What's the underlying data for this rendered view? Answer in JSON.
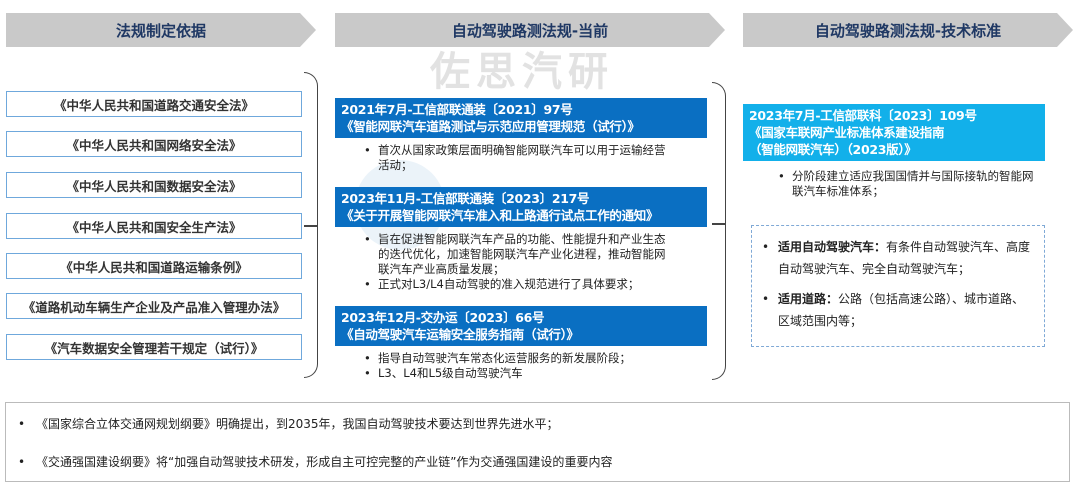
{
  "headers": [
    "法规制定依据",
    "自动驾驶路测法规-当前",
    "自动驾驶路测法规-技术标准"
  ],
  "laws": [
    "《中华人民共和国道路交通安全法》",
    "《中华人民共和国网络安全法》",
    "《中华人民共和国数据安全法》",
    "《中华人民共和国安全生产法》",
    "《中华人民共和国道路运输条例》",
    "《道路机动车辆生产企业及产品准入管理办法》",
    "《汽车数据安全管理若干规定（试行）》"
  ],
  "current": [
    {
      "line1": "2021年7月-工信部联通装〔2021〕97号",
      "line2": "《智能网联汽车道路测试与示范应用管理规范（试行）》",
      "bullets": [
        "首次从国家政策层面明确智能网联汽车可以用于运输经营活动；"
      ]
    },
    {
      "line1": "2023年11月-工信部联通装〔2023〕217号",
      "line2": "《关于开展智能网联汽车准入和上路通行试点工作的通知》",
      "bullets": [
        "旨在促进智能网联汽车产品的功能、性能提升和产业生态的迭代优化，加速智能网联汽车产业化进程，推动智能网联汽车产业高质量发展；",
        "正式对L3/L4自动驾驶的准入规范进行了具体要求；"
      ]
    },
    {
      "line1": "2023年12月-交办运〔2023〕66号",
      "line2": "《自动驾驶汽车运输安全服务指南（试行）》",
      "bullets": [
        "指导自动驾驶汽车常态化运营服务的新发展阶段；",
        "L3、L4和L5级自动驾驶汽车"
      ]
    }
  ],
  "standard": {
    "line1": "2023年7月-工信部联科〔2023〕109号",
    "line2": "《国家车联网产业标准体系建设指南",
    "line3": "（智能网联汽车）（2023版）》",
    "bullet": "分阶段建立适应我国国情并与国际接轨的智能网联汽车标准体系；"
  },
  "scope": [
    {
      "label": "适用自动驾驶汽车：",
      "text": "有条件自动驾驶汽车、高度自动驾驶汽车、完全自动驾驶汽车；"
    },
    {
      "label": "适用道路：",
      "text": "公路（包括高速公路）、城市道路、区域范围内等；"
    }
  ],
  "bottom": [
    "《国家综合立体交通网规划纲要》明确提出，到2035年，我国自动驾驶技术要达到世界先进水平；",
    "《交通强国建设纲要》将“加强自动驾驶技术研发，形成自主可控完整的产业链”作为交通强国建设的重要内容"
  ],
  "watermark": "佐思汽研"
}
